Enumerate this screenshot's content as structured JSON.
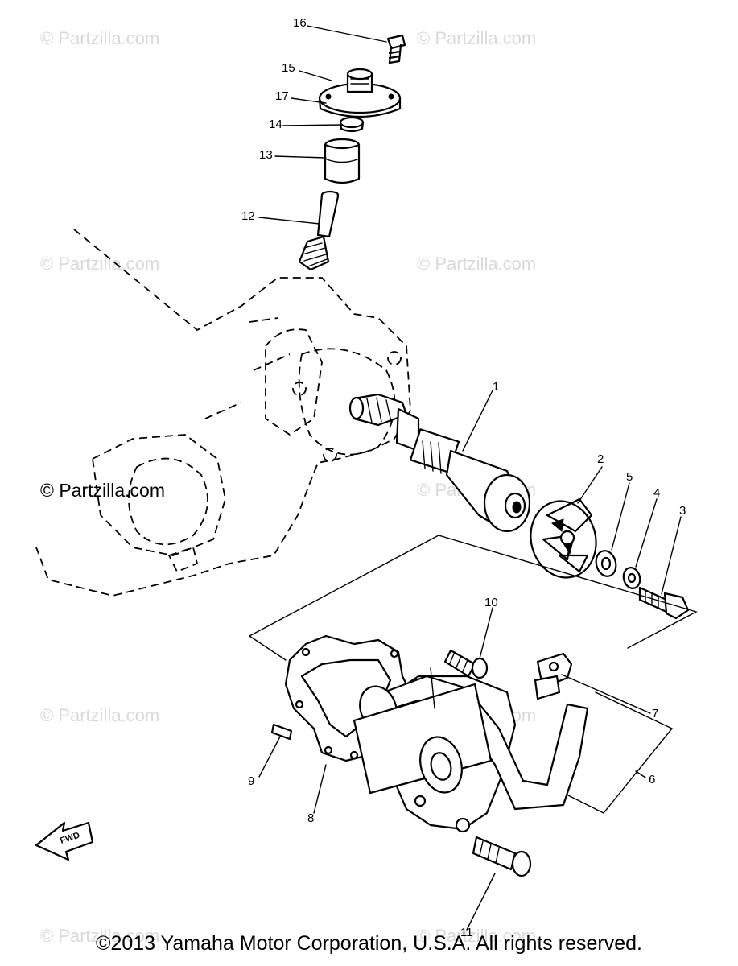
{
  "watermarks": [
    "© Partzilla.com",
    "© Partzilla.com",
    "© Partzilla.com",
    "© Partzilla.com",
    "© Partzilla.com",
    "© Partzilla.com",
    "© Partzilla.com",
    "© Partzilla.com",
    "© Partzilla.com",
    "© Partzilla.com"
  ],
  "callouts": {
    "p1": "1",
    "p2": "2",
    "p3": "3",
    "p4": "4",
    "p5": "5",
    "p6": "6",
    "p7": "7",
    "p8": "8",
    "p9": "9",
    "p10": "10",
    "p11": "11",
    "p12": "12",
    "p13": "13",
    "p14": "14",
    "p15": "15",
    "p16": "16",
    "p17": "17"
  },
  "fwd_label": "FWD",
  "copyright": "©2013  Yamaha Motor Corporation, U.S.A. All rights reserved."
}
